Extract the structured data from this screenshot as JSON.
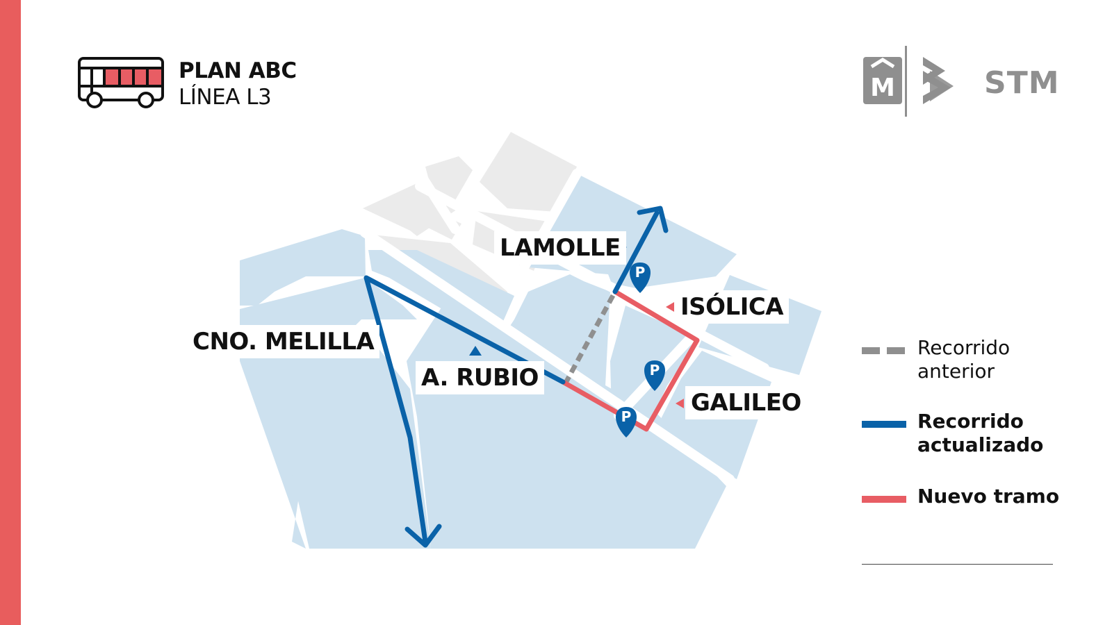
{
  "header": {
    "line1": "PLAN ABC",
    "line2": "LÍNEA L3",
    "icon": "bus-icon"
  },
  "brand": {
    "logo_m": "M",
    "name": "STM",
    "icons": [
      "intendencia-m-logo",
      "stm-chevron-logo"
    ]
  },
  "streets": {
    "lamolle": "LAMOLLE",
    "isolica": "ISÓLICA",
    "melilla": "CNO. MELILLA",
    "rubio": "A. RUBIO",
    "galileo": "GALILEO"
  },
  "parking": {
    "label": "P",
    "count": 3
  },
  "legend": {
    "previous": {
      "line1": "Recorrido",
      "line2": "anterior"
    },
    "updated": {
      "line1": "Recorrido",
      "line2": "actualizado"
    },
    "new_section": "Nuevo tramo"
  },
  "colors": {
    "accent_stripe": "#e85d5d",
    "map_blue_blocks": "#cde1ef",
    "map_gray_blocks": "#ebebeb",
    "route_updated": "#0a62a8",
    "route_new": "#e85d64",
    "route_previous": "#8f8f8f",
    "logo_gray": "#8f8f8f"
  }
}
